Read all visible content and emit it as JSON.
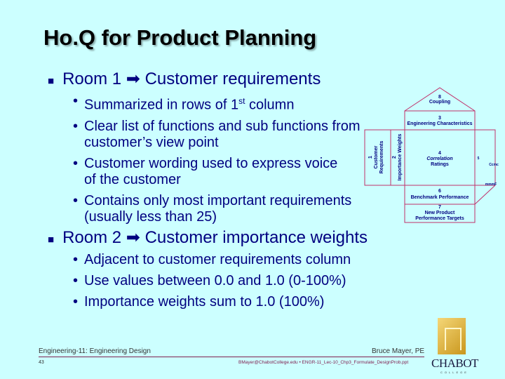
{
  "title": "Ho.Q for Product Planning",
  "room1": {
    "heading": "Room 1",
    "arrow": "➡",
    "label": "Customer requirements",
    "bullets": [
      "Summarized in rows of 1",
      "st",
      " column",
      "Clear list of functions and sub functions from customer’s view point",
      "Customer wording used to express voice of the customer",
      "Contains only most important requirements (usually less than 25)"
    ]
  },
  "room2": {
    "heading": "Room 2",
    "arrow": "➡",
    "label": "Customer importance weights",
    "bullets": [
      "Adjacent to customer requirements column",
      "Use values between 0.0 and 1.0 (0-100%)",
      "Importance weights sum to 1.0 (100%)"
    ]
  },
  "diagram": {
    "r8n": "8",
    "r8": "Coupling",
    "r3n": "3",
    "r3": "Engineering Characteristics",
    "r1n": "1",
    "r1a": "Customer",
    "r1b": "Requirements",
    "r2n": "2",
    "r2": "Importance Weights",
    "r4n": "4",
    "r4a": "Correlation",
    "r4b": "Ratings",
    "r6n": "6",
    "r6": "Benchmark Performance",
    "r7n": "7",
    "r7a": "New Product",
    "r7b": "Performance Targets",
    "side1": "5",
    "side2": "Ccmc",
    "side3": "mmmF",
    "line_color": "#c0306a"
  },
  "footer": {
    "course": "Engineering-11: Engineering Design",
    "author": "Bruce Mayer, PE",
    "page": "43",
    "file": "BMayer@ChabotCollege.edu • ENGR-11_Lec-10_Chp3_Formulate_DesignProb.ppt",
    "logo": "CHABOT",
    "logo_sub": "COLLEGE"
  }
}
